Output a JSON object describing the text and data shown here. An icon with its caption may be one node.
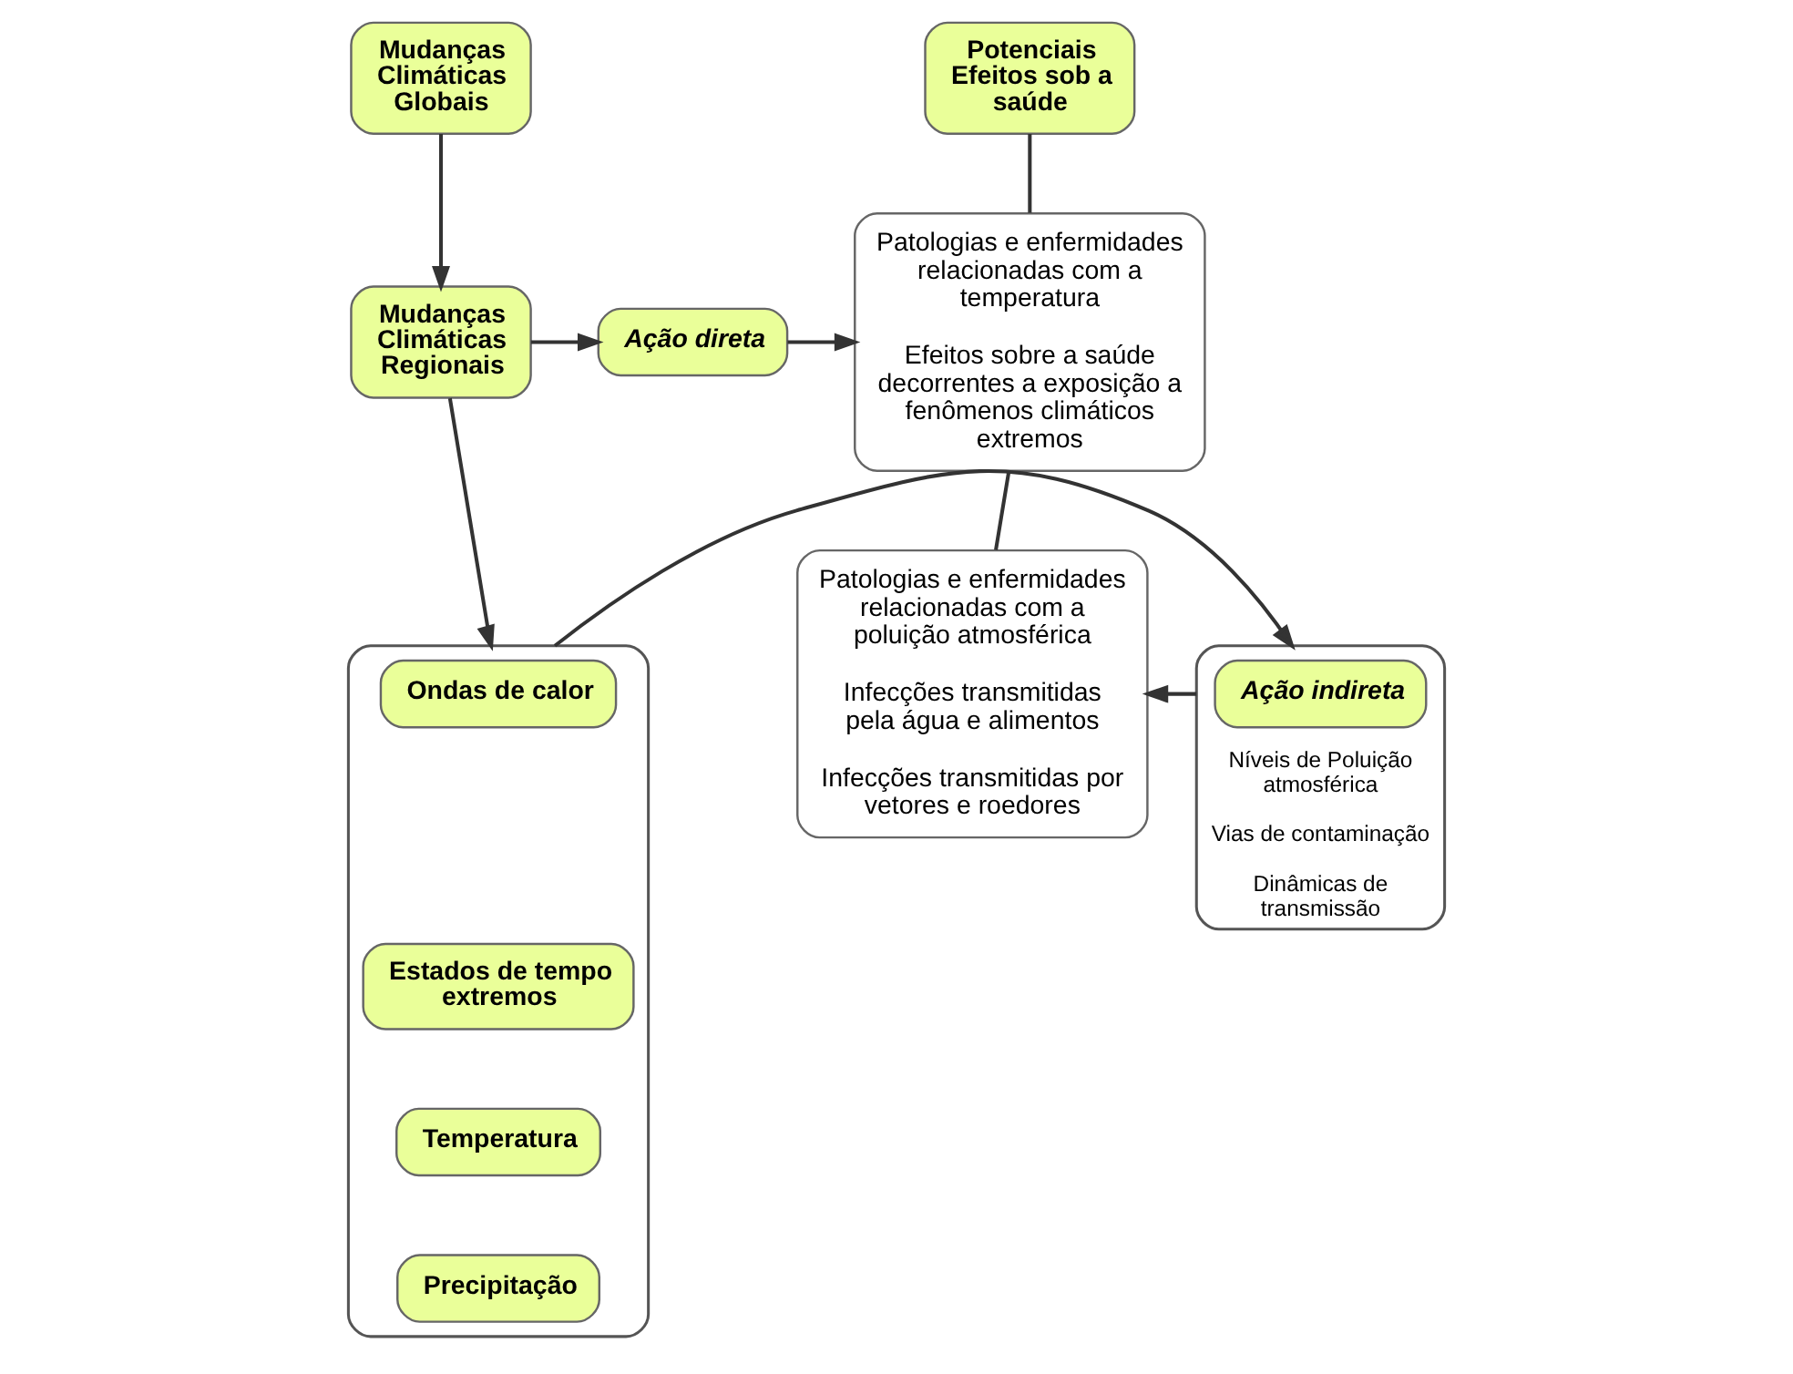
{
  "diagram": {
    "nodes": [
      {
        "text": [
          "Mudanças Climáticas Globais"
        ]
      },
      {
        "text": [
          "Mudanças Climáticas Regionais"
        ]
      },
      {
        "text": [
          "Ação direta"
        ]
      },
      {
        "text": [
          "Potenciais Efeitos sob a saúde"
        ]
      },
      {
        "text": [
          "Patologias e enfermidades relacionadas com a temperatura",
          "Efeitos sobre a saúde decorrentes a exposição a fenômenos climáticos extremos"
        ]
      },
      {
        "text": [],
        "shape": "box"
      },
      {
        "text": [
          "Ondas de calor"
        ],
        "in": 5
      },
      {
        "text": [
          "Estados de tempo extremos"
        ],
        "in": 5
      },
      {
        "text": [
          "Temperatura"
        ],
        "in": 5
      },
      {
        "text": [
          "Precipitação"
        ],
        "in": 5
      },
      {
        "text": [
          "Níveis de Poluição atmosférica",
          "Vias de contaminação",
          "Dinâmicas de transmissão"
        ]
      },
      {
        "text": [
          "Ação indireta"
        ],
        "in": 10
      },
      {
        "text": [
          "Patologias e enfermidades relacionadas com a poluição atmosférica",
          "Infecções transmitidas pela água e alimentos",
          "Infecções transmitidas por vetores e roedores"
        ]
      }
    ],
    "edges": [
      {
        "from": 0,
        "to": 1,
        "arrow": "to"
      },
      {
        "from": 1,
        "to": 2,
        "arrow": "to"
      },
      {
        "from": 2,
        "to": 4,
        "arrow": "to"
      },
      {
        "from": 1,
        "to": 5,
        "arrow": "to"
      },
      {
        "from": 5,
        "to": 10,
        "arrow": "to"
      },
      {
        "from": 10,
        "to": 12,
        "arrow": "to"
      },
      {
        "from": 3,
        "to": 4,
        "arrow": "none"
      },
      {
        "from": 4,
        "to": 12,
        "arrow": "none"
      }
    ]
  }
}
